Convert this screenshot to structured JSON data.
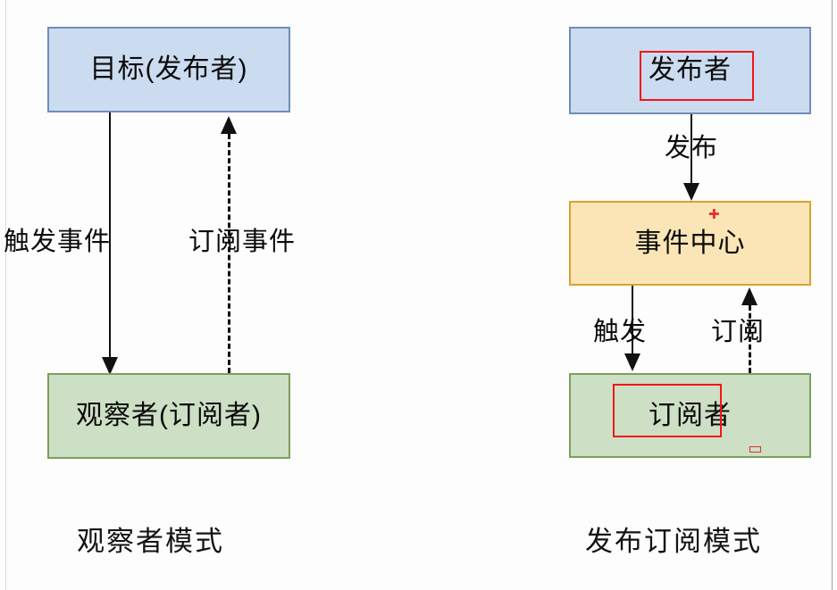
{
  "diagram": {
    "title_left": "观察者模式",
    "title_right": "发布订阅模式",
    "colors": {
      "blue_fill": "#ccdcf0",
      "blue_border": "#6f8cbb",
      "green_fill": "#cddfc4",
      "green_border": "#7ba05b",
      "orange_fill": "#fbe5b6",
      "orange_border": "#d9a22e",
      "annotation_red": "#f4141b",
      "line_black": "#111111",
      "background": "#fdfdfd"
    }
  },
  "left_panel": {
    "caption": "观察者模式",
    "nodes": [
      {
        "id": "target",
        "label": "目标(发布者)",
        "style": "blue"
      },
      {
        "id": "observer",
        "label": "观察者(订阅者)",
        "style": "green"
      }
    ],
    "edges": [
      {
        "id": "trigger-event",
        "label": "触发事件",
        "line": "solid",
        "direction": "down",
        "from": "target",
        "to": "observer"
      },
      {
        "id": "subscribe-event",
        "label": "订阅事件",
        "line": "dashed",
        "direction": "up",
        "from": "observer",
        "to": "target"
      }
    ]
  },
  "right_panel": {
    "caption": "发布订阅模式",
    "nodes": [
      {
        "id": "publisher",
        "label": "发布者",
        "style": "blue",
        "annotated": true
      },
      {
        "id": "event-center",
        "label": "事件中心",
        "style": "orange",
        "annotated": false
      },
      {
        "id": "subscriber",
        "label": "订阅者",
        "style": "green",
        "annotated": true
      }
    ],
    "edges": [
      {
        "id": "publish",
        "label": "发布",
        "line": "solid",
        "direction": "down",
        "from": "publisher",
        "to": "event-center"
      },
      {
        "id": "trigger",
        "label": "触发",
        "line": "solid",
        "direction": "down",
        "from": "event-center",
        "to": "subscriber"
      },
      {
        "id": "subscribe",
        "label": "订阅",
        "line": "dashed",
        "direction": "up",
        "from": "subscriber",
        "to": "event-center"
      }
    ],
    "annotations": [
      {
        "id": "publisher-highlight",
        "kind": "rectangle"
      },
      {
        "id": "event-center-plus",
        "kind": "plus-mark",
        "glyph": "✛"
      },
      {
        "id": "subscriber-highlight",
        "kind": "rectangle"
      },
      {
        "id": "subscriber-dash",
        "kind": "dash-mark"
      }
    ]
  }
}
